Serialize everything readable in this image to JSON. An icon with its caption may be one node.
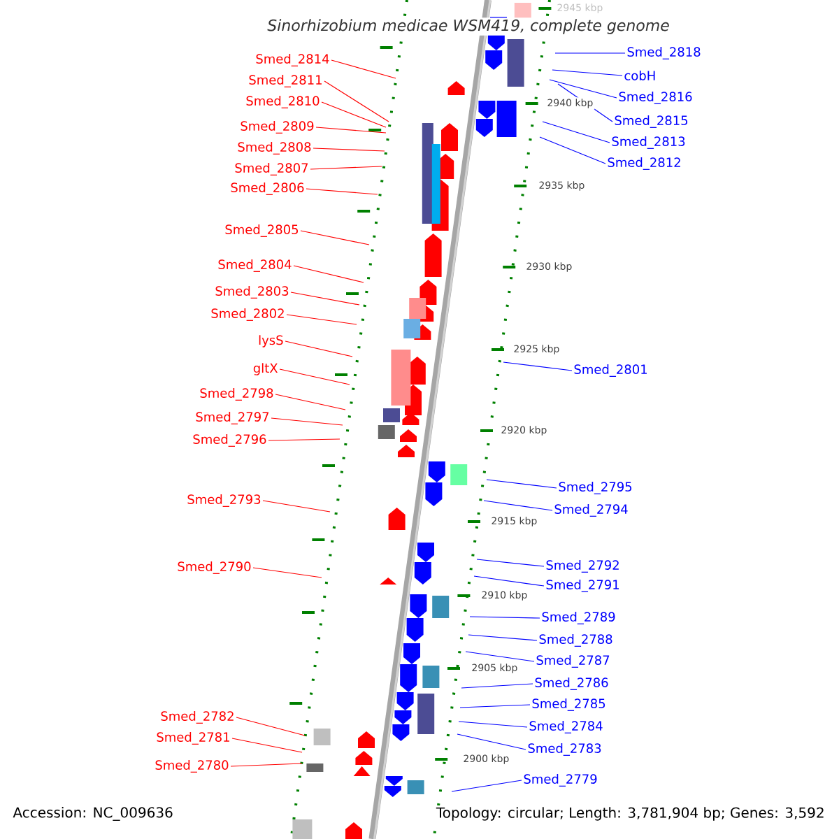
{
  "diagram": {
    "title": "*Sinorhizobium medicae* WSM419, complete genome",
    "nodes": [
      {
        "text": [
          "Smed_2814"
        ]
      },
      {
        "text": [
          "Smed_2811"
        ]
      },
      {
        "text": [
          "Smed_2810"
        ]
      },
      {
        "text": [
          "Smed_2809"
        ]
      },
      {
        "text": [
          "Smed_2808"
        ]
      },
      {
        "text": [
          "Smed_2807"
        ]
      },
      {
        "text": [
          "Smed_2806"
        ]
      },
      {
        "text": [
          "Smed_2805"
        ]
      },
      {
        "text": [
          "Smed_2804"
        ]
      },
      {
        "text": [
          "Smed_2803"
        ]
      },
      {
        "text": [
          "Smed_2802"
        ]
      },
      {
        "text": [
          "lysS"
        ]
      },
      {
        "text": [
          "gltX"
        ]
      },
      {
        "text": [
          "Smed_2798"
        ]
      },
      {
        "text": [
          "Smed_2797"
        ]
      },
      {
        "text": [
          "Smed_2796"
        ]
      },
      {
        "text": [
          "Smed_2793"
        ]
      },
      {
        "text": [
          "Smed_2790"
        ]
      },
      {
        "text": [
          "Smed_2782"
        ]
      },
      {
        "text": [
          "Smed_2781"
        ]
      },
      {
        "text": [
          "Smed_2780"
        ]
      },
      {
        "text": [
          "Smed_2818"
        ]
      },
      {
        "text": [
          "cobH"
        ]
      },
      {
        "text": [
          "Smed_2816"
        ]
      },
      {
        "text": [
          "Smed_2815"
        ]
      },
      {
        "text": [
          "Smed_2813"
        ]
      },
      {
        "text": [
          "Smed_2812"
        ]
      },
      {
        "text": [
          "Smed_2801"
        ]
      },
      {
        "text": [
          "Smed_2795"
        ]
      },
      {
        "text": [
          "Smed_2794"
        ]
      },
      {
        "text": [
          "Smed_2792"
        ]
      },
      {
        "text": [
          "Smed_2791"
        ]
      },
      {
        "text": [
          "Smed_2789"
        ]
      },
      {
        "text": [
          "Smed_2788"
        ]
      },
      {
        "text": [
          "Smed_2787"
        ]
      },
      {
        "text": [
          "Smed_2786"
        ]
      },
      {
        "text": [
          "Smed_2785"
        ]
      },
      {
        "text": [
          "Smed_2784"
        ]
      },
      {
        "text": [
          "Smed_2783"
        ]
      },
      {
        "text": [
          "Smed_2779"
        ]
      }
    ],
    "edges": [
      {
        "from": 0,
        "to": null,
        "arrow": "none",
        "color": "#ff0000"
      },
      {
        "from": 1,
        "to": null,
        "arrow": "none",
        "color": "#ff0000"
      },
      {
        "from": 2,
        "to": null,
        "arrow": "none",
        "color": "#ff0000"
      },
      {
        "from": 3,
        "to": null,
        "arrow": "none",
        "color": "#ff0000"
      },
      {
        "from": 4,
        "to": null,
        "arrow": "none",
        "color": "#ff0000"
      },
      {
        "from": 5,
        "to": null,
        "arrow": "none",
        "color": "#ff0000"
      },
      {
        "from": 6,
        "to": null,
        "arrow": "none",
        "color": "#ff0000"
      },
      {
        "from": 7,
        "to": null,
        "arrow": "none",
        "color": "#ff0000"
      },
      {
        "from": 8,
        "to": null,
        "arrow": "none",
        "color": "#ff0000"
      },
      {
        "from": 9,
        "to": null,
        "arrow": "none",
        "color": "#ff0000"
      },
      {
        "from": 10,
        "to": null,
        "arrow": "none",
        "color": "#ff0000"
      },
      {
        "from": 11,
        "to": null,
        "arrow": "none",
        "color": "#ff0000"
      },
      {
        "from": 12,
        "to": null,
        "arrow": "none",
        "color": "#ff0000"
      },
      {
        "from": 13,
        "to": null,
        "arrow": "none",
        "color": "#ff0000"
      },
      {
        "from": 14,
        "to": null,
        "arrow": "none",
        "color": "#ff0000"
      },
      {
        "from": 15,
        "to": null,
        "arrow": "none",
        "color": "#ff0000"
      },
      {
        "from": 16,
        "to": null,
        "arrow": "none",
        "color": "#ff0000"
      },
      {
        "from": 17,
        "to": null,
        "arrow": "none",
        "color": "#ff0000"
      },
      {
        "from": 18,
        "to": null,
        "arrow": "none",
        "color": "#ff0000"
      },
      {
        "from": 19,
        "to": null,
        "arrow": "none",
        "color": "#ff0000"
      },
      {
        "from": 20,
        "to": null,
        "arrow": "none",
        "color": "#ff0000"
      },
      {
        "from": 21,
        "to": null,
        "arrow": "none",
        "color": "#0000ff"
      },
      {
        "from": 22,
        "to": null,
        "arrow": "none",
        "color": "#0000ff"
      },
      {
        "from": 23,
        "to": null,
        "arrow": "none",
        "color": "#0000ff"
      },
      {
        "from": 24,
        "to": null,
        "arrow": "none",
        "color": "#0000ff"
      },
      {
        "from": 25,
        "to": null,
        "arrow": "none",
        "color": "#0000ff"
      },
      {
        "from": 26,
        "to": null,
        "arrow": "none",
        "color": "#0000ff"
      },
      {
        "from": 27,
        "to": null,
        "arrow": "none",
        "color": "#0000ff"
      },
      {
        "from": 28,
        "to": null,
        "arrow": "none",
        "color": "#0000ff"
      },
      {
        "from": 29,
        "to": null,
        "arrow": "none",
        "color": "#0000ff"
      },
      {
        "from": 30,
        "to": null,
        "arrow": "none",
        "color": "#0000ff"
      },
      {
        "from": 31,
        "to": null,
        "arrow": "none",
        "color": "#0000ff"
      },
      {
        "from": 32,
        "to": null,
        "arrow": "none",
        "color": "#0000ff"
      },
      {
        "from": 33,
        "to": null,
        "arrow": "none",
        "color": "#0000ff"
      },
      {
        "from": 34,
        "to": null,
        "arrow": "none",
        "color": "#0000ff"
      },
      {
        "from": 35,
        "to": null,
        "arrow": "none",
        "color": "#0000ff"
      },
      {
        "from": 36,
        "to": null,
        "arrow": "none",
        "color": "#0000ff"
      },
      {
        "from": 37,
        "to": null,
        "arrow": "none",
        "color": "#0000ff"
      },
      {
        "from": 38,
        "to": null,
        "arrow": "none",
        "color": "#0000ff"
      },
      {
        "from": 39,
        "to": null,
        "arrow": "none",
        "color": "#0000ff"
      }
    ],
    "labels": [
      "2945 kbp",
      "2940 kbp",
      "2935 kbp",
      "2930 kbp",
      "2925 kbp",
      "2920 kbp",
      "2915 kbp",
      "2910 kbp",
      "2905 kbp",
      "2900 kbp",
      "Accession: NC_009636",
      "Topology: circular; Length: 3,781,904 bp; Genes: 3,592"
    ]
  }
}
